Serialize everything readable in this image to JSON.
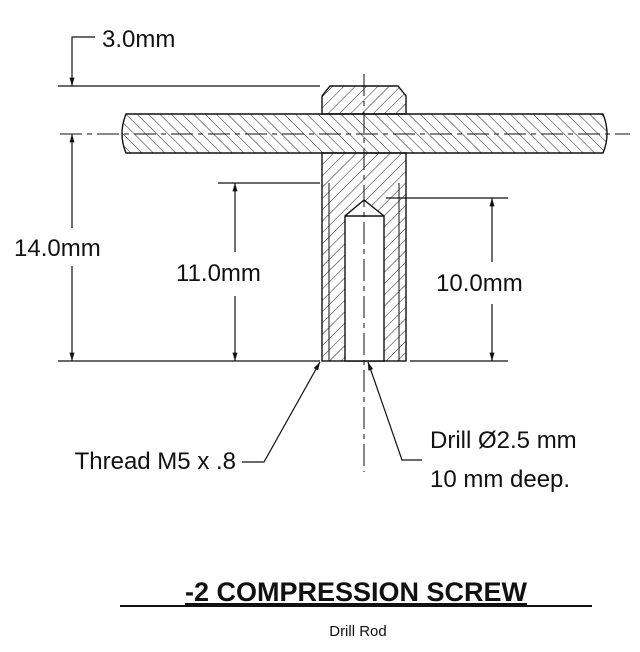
{
  "dimensions": {
    "head_height": "3.0mm",
    "overall_length": "14.0mm",
    "thread_length": "11.0mm",
    "drill_depth": "10.0mm"
  },
  "callouts": {
    "thread": "Thread M5 x .8",
    "drill_line1": "Drill Ø2.5 mm",
    "drill_line2": "10 mm deep."
  },
  "title": {
    "part": "-2  COMPRESSION SCREW",
    "material": "Drill Rod"
  }
}
